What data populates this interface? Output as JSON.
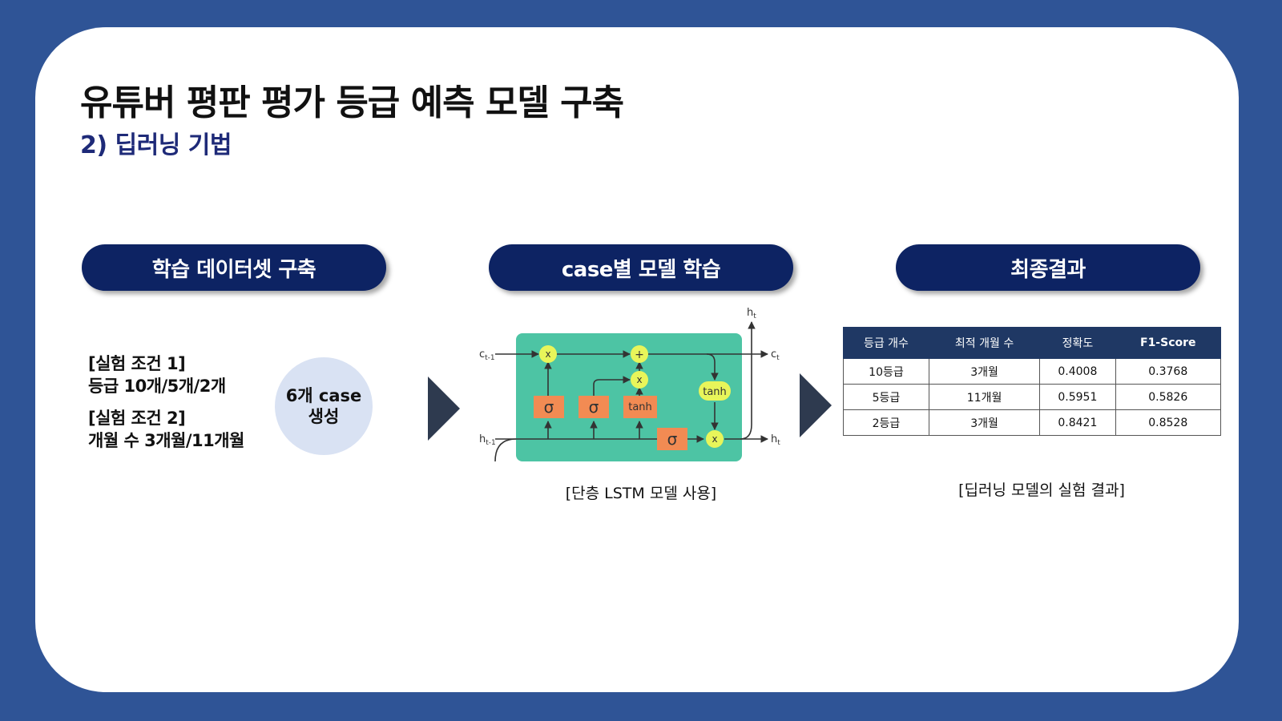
{
  "header": {
    "title": "유튜버 평판 평가 등급 예측 모델 구축",
    "subtitle": "2) 딥러닝 기법"
  },
  "steps": [
    {
      "label": "학습 데이터셋 구축"
    },
    {
      "label": "case별 모델 학습"
    },
    {
      "label": "최종결과"
    }
  ],
  "dataset": {
    "cond1_title": "[실험 조건 1]",
    "cond1_text": "등급 10개/5개/2개",
    "cond2_title": "[실험 조건 2]",
    "cond2_text": "개월 수 3개월/11개월",
    "circle_line1": "6개 case",
    "circle_line2": "생성"
  },
  "lstm": {
    "caption": "[단층 LSTM 모델 사용]",
    "labels": {
      "c_prev": "c",
      "c_prev_sub": "t-1",
      "h_prev": "h",
      "h_prev_sub": "t-1",
      "c_next": "c",
      "c_next_sub": "t",
      "h_next": "h",
      "h_next_sub": "t",
      "h_top": "h",
      "h_top_sub": "t",
      "mul": "x",
      "add": "+",
      "sigma": "σ",
      "tanh": "tanh"
    },
    "colors": {
      "cell_bg": "#4dc4a4",
      "gate": "#f28b53",
      "op": "#e8f55a"
    }
  },
  "results": {
    "caption": "[딥러닝 모델의 실험 결과]",
    "headers": [
      "등급 개수",
      "최적 개월 수",
      "정확도",
      "F1-Score"
    ],
    "rows": [
      [
        "10등급",
        "3개월",
        "0.4008",
        "0.3768"
      ],
      [
        "5등급",
        "11개월",
        "0.5951",
        "0.5826"
      ],
      [
        "2등급",
        "3개월",
        "0.8421",
        "0.8528"
      ]
    ]
  },
  "colors": {
    "background": "#2f5496",
    "pill": "#0d2363",
    "table_header": "#1f3864",
    "circle": "#d9e2f3",
    "arrow": "#2e3a4f"
  }
}
